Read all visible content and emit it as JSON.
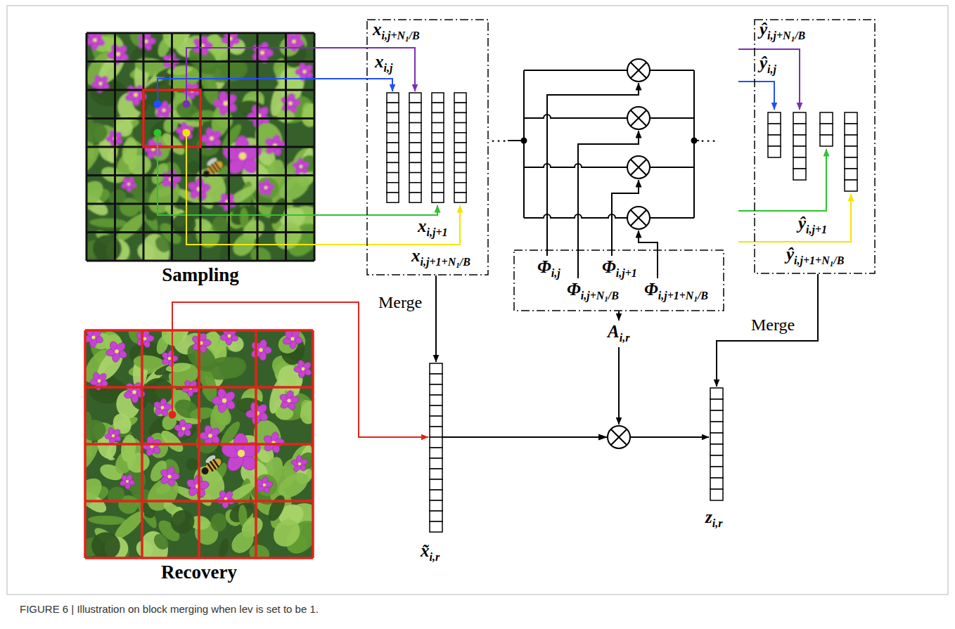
{
  "diagram": {
    "caption": "FIGURE 6 | Illustration on block merging when lev is set to be 1.",
    "nodes": [
      {
        "text": [
          "Sampling"
        ]
      },
      {
        "text": [
          "xi,j+N1/B",
          "xi,j",
          "xi,j+1",
          "xi,j+1+N1/B"
        ]
      },
      {
        "text": [
          "Φi,j",
          "Φi,j+N1/B",
          "Φi,j+1",
          "Φi,j+1+N1/B"
        ]
      },
      {
        "text": [
          "ŷi,j+N1/B",
          "ŷi,j",
          "ŷi,j+1",
          "ŷi,j+1+N1/B"
        ]
      },
      {
        "text": [
          "Recovery"
        ]
      },
      {
        "text": [
          "x̃i,r"
        ]
      },
      {
        "text": [
          "zi,r"
        ]
      }
    ],
    "edges": [
      {
        "from": 0,
        "to": 1,
        "arrow": "to"
      },
      {
        "from": 0,
        "to": 1,
        "arrow": "to"
      },
      {
        "from": 0,
        "to": 1,
        "arrow": "to"
      },
      {
        "from": 0,
        "to": 1,
        "arrow": "to"
      },
      {
        "from": 1,
        "to": 5,
        "label": "Merge",
        "arrow": "to"
      },
      {
        "from": 3,
        "to": 6,
        "label": "Merge",
        "arrow": "to"
      },
      {
        "from": 4,
        "to": 5,
        "arrow": "to"
      },
      {
        "from": 5,
        "to": 6,
        "arrow": "to"
      }
    ],
    "labels": [
      "Ai,r",
      "···",
      "···"
    ]
  }
}
